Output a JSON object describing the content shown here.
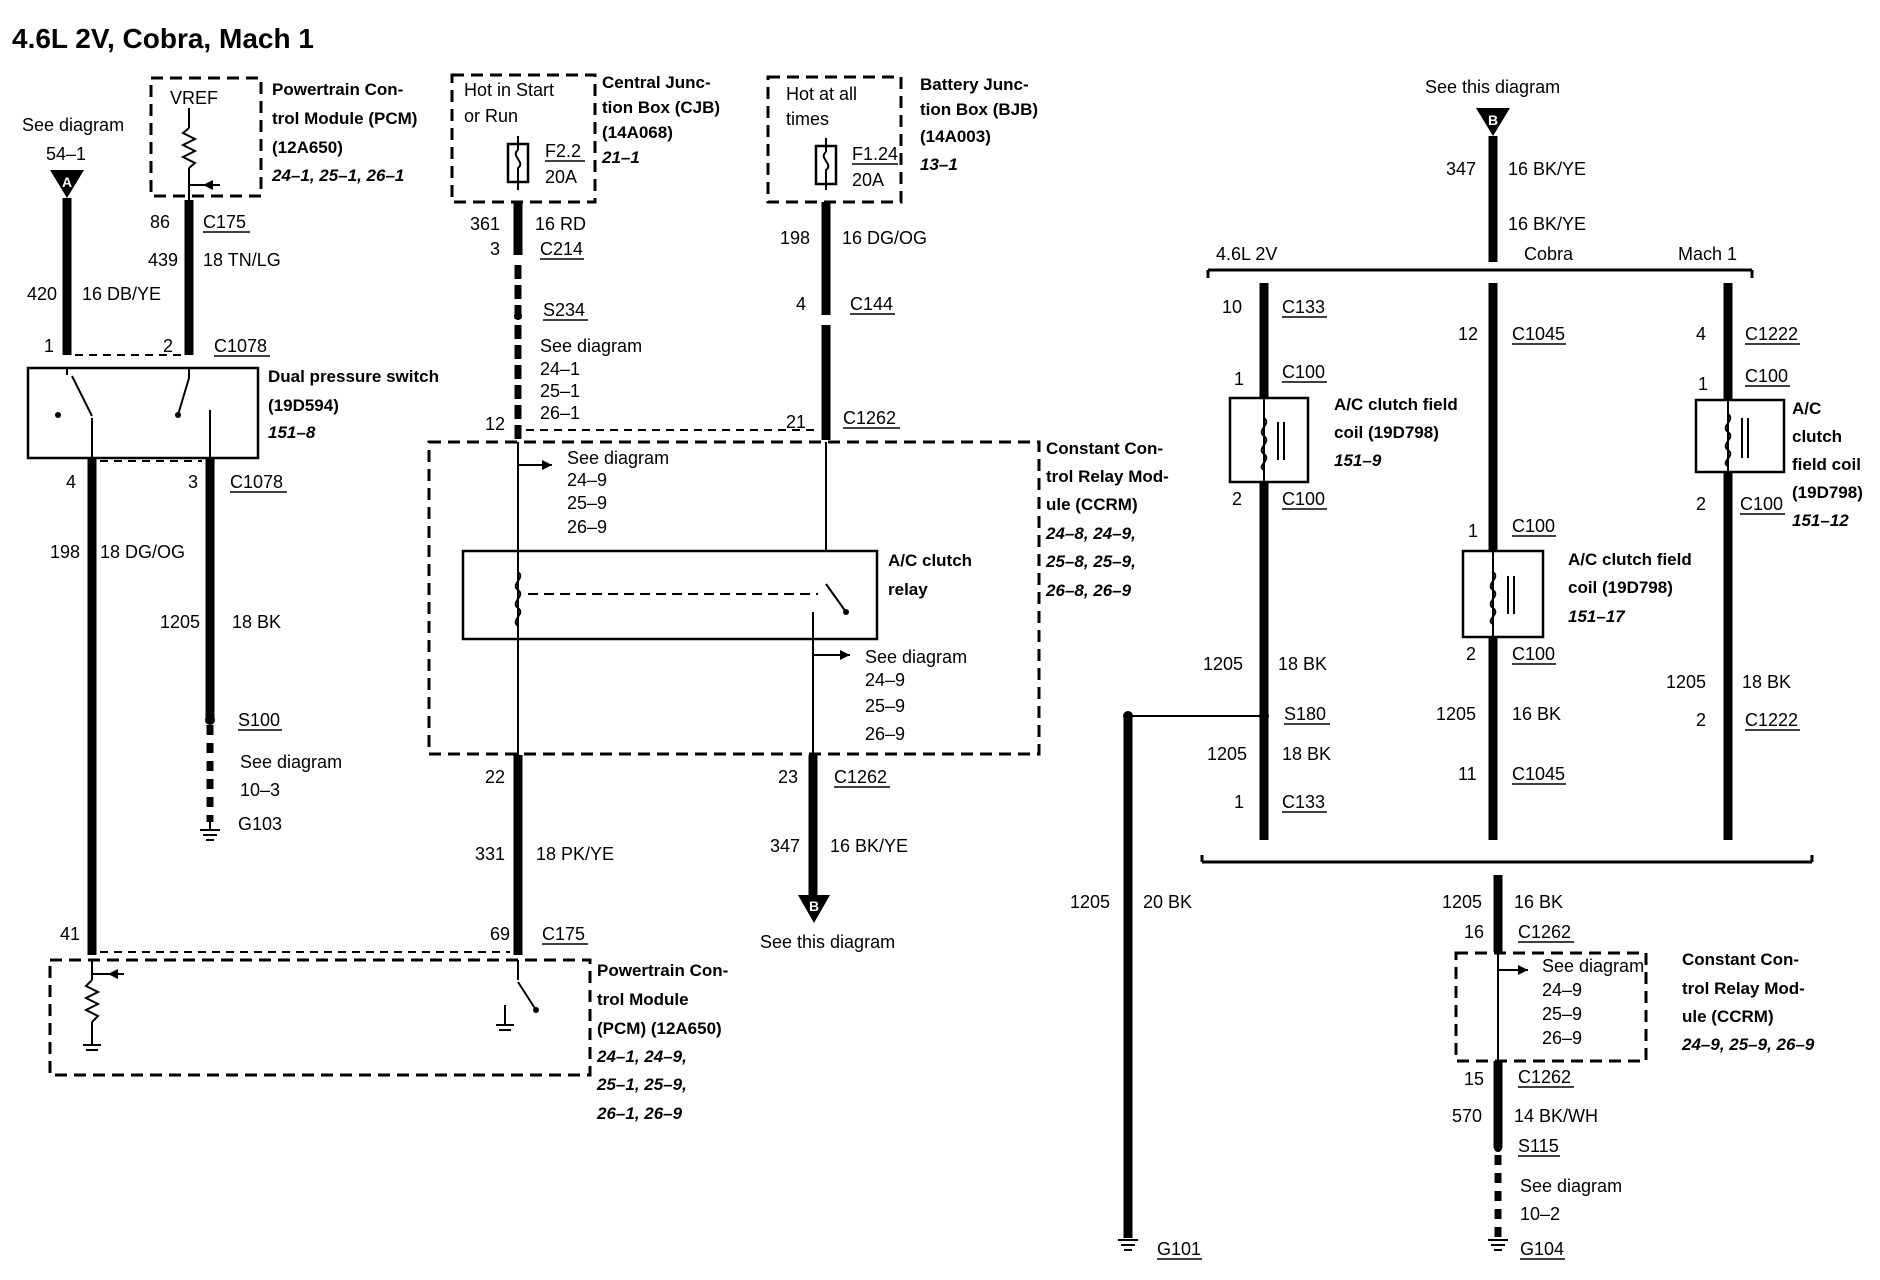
{
  "title": "4.6L 2V, Cobra, Mach 1",
  "labels": {
    "see_diagram": "See diagram",
    "see_this_diagram": "See this diagram",
    "ref_54_1": "54–1",
    "conn_A": "A",
    "conn_B": "B",
    "vref": "VREF",
    "pcm_top_name": [
      "Powertrain Con-",
      "trol Module (PCM)",
      "(12A650)"
    ],
    "pcm_top_refs": "24–1, 25–1, 26–1",
    "hot_start": [
      "Hot in Start",
      "or Run"
    ],
    "cjb_name": [
      "Central Junc-",
      "tion Box (CJB)",
      "(14A068)"
    ],
    "cjb_ref": "21–1",
    "fuse_f22": "F2.2",
    "fuse_f22_amp": "20A",
    "hot_all": [
      "Hot at all",
      "times"
    ],
    "bjb_name": [
      "Battery Junc-",
      "tion Box (BJB)",
      "(14A003)"
    ],
    "bjb_ref": "13–1",
    "fuse_f124": "F1.24",
    "fuse_f124_amp": "20A",
    "c175": "C175",
    "c1078": "C1078",
    "c214": "C214",
    "c144": "C144",
    "c1262": "C1262",
    "s234": "S234",
    "s100": "S100",
    "g103": "G103",
    "w86": "86",
    "w439": "439",
    "w439_col": "18 TN/LG",
    "w420": "420",
    "w420_col": "16 DB/YE",
    "p1": "1",
    "p2": "2",
    "dps_name": "Dual pressure switch",
    "dps_part": "(19D594)",
    "dps_ref": "151–8",
    "p4": "4",
    "p3": "3",
    "w198": "198",
    "w198_col": "18  DG/OG",
    "w1205": "1205",
    "w1205_col": "18 BK",
    "ref_10_3": "10–3",
    "w361": "361",
    "w361_col": "16 RD",
    "p3b": "3",
    "refs_s234": [
      "24–1",
      "25–1",
      "26–1"
    ],
    "w198b": "198",
    "w198b_col": "16 DG/OG",
    "p4b": "4",
    "p12": "12",
    "p21": "21",
    "ccrm_name": [
      "Constant Con-",
      "trol Relay Mod-",
      "ule (CCRM)"
    ],
    "ccrm_refs": [
      "24–8, 24–9,",
      "25–8, 25–9,",
      "26–8, 26–9"
    ],
    "refs_9": [
      "24–9",
      "25–9",
      "26–9"
    ],
    "relay_name": [
      "A/C clutch",
      "relay"
    ],
    "p22": "22",
    "p23": "23",
    "w331": "331",
    "w331_col": "18 PK/YE",
    "w347": "347",
    "w347_col": "16 BK/YE",
    "p41": "41",
    "p69": "69",
    "pcm_bot_name": [
      "Powertrain Con-",
      "trol Module",
      "(PCM) (12A650)"
    ],
    "pcm_bot_refs": [
      "24–1, 24–9,",
      "25–1, 25–9,",
      "26–1, 26–9"
    ],
    "w347r": "347",
    "w347r_col": "16 BK/YE",
    "w347r_col2": "16 BK/YE",
    "v_46": "4.6L 2V",
    "v_cobra": "Cobra",
    "v_mach": "Mach 1",
    "p10": "10",
    "c133": "C133",
    "c1045": "C1045",
    "c1222": "C1222",
    "c100": "C100",
    "p12r": "12",
    "p4r": "4",
    "p1a": "1",
    "p1c": "1",
    "coil_name": [
      "A/C clutch field",
      "coil (19D798)"
    ],
    "coil_ref1": "151–9",
    "coil_mach": [
      "A/C",
      "clutch",
      "field coil",
      "(19D798)"
    ],
    "coil_ref3": "151–12",
    "p2a": "2",
    "p2c": "2",
    "p1b": "1",
    "coil_ref2": "151–17",
    "p2b": "2",
    "w1205a": "1205",
    "w1205a_col": "18 BK",
    "s180": "S180",
    "w1205b": "1205",
    "w1205b_col": "16 BK",
    "w1205c": "1205",
    "w1205c_col": "18 BK",
    "w1205d": "1205",
    "w1205d_col": "18 BK",
    "p2d": "2",
    "p11": "11",
    "p1d": "1",
    "w1205e": "1205",
    "w1205e_col": "20 BK",
    "w1205f": "1205",
    "w1205f_col": "16 BK",
    "p16": "16",
    "ccrm2_name": [
      "Constant Con-",
      "trol Relay Mod-",
      "ule (CCRM)"
    ],
    "ccrm2_refs": "24–9, 25–9, 26–9",
    "p15": "15",
    "w570": "570",
    "w570_col": "14 BK/WH",
    "s115": "S115",
    "ref_10_2": "10–2",
    "g104": "G104",
    "g101": "G101"
  }
}
